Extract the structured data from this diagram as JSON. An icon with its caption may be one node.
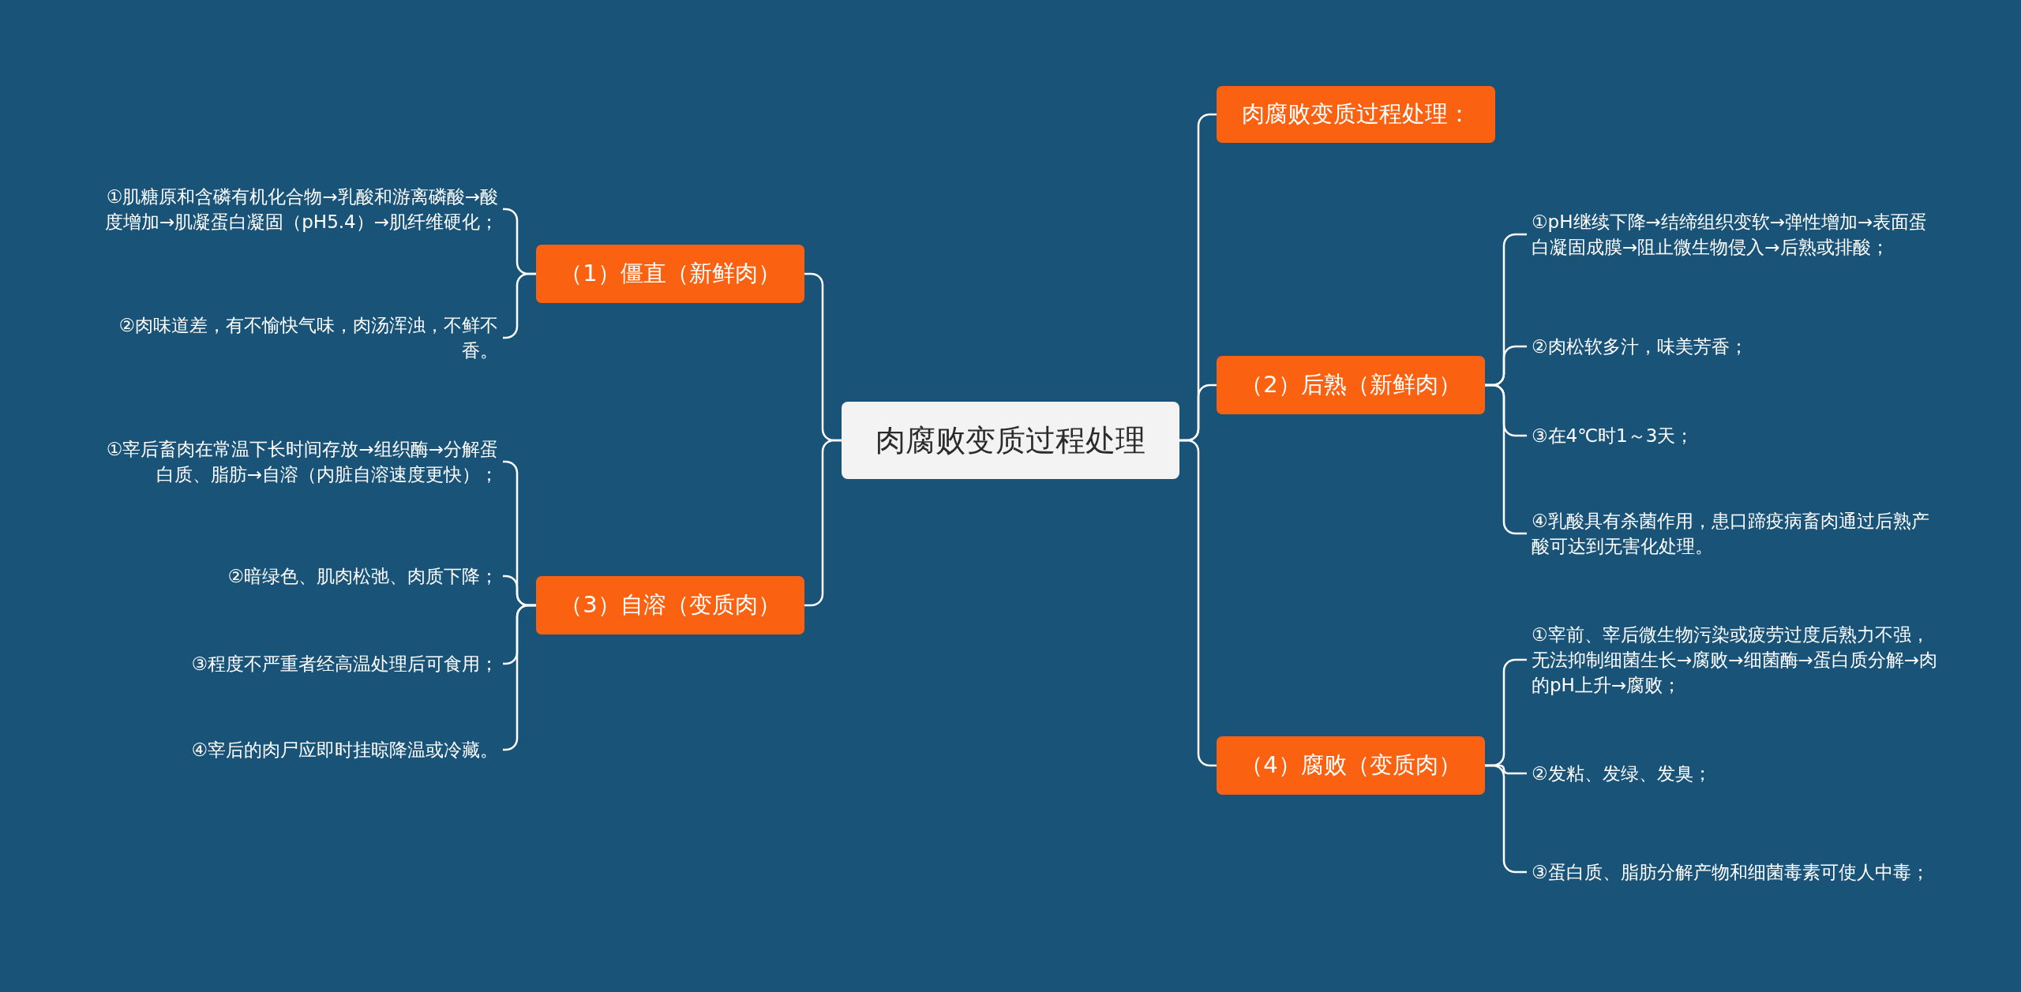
{
  "diagram": {
    "nodes": [
      {
        "text": [
          "肉腐败变质过程处理"
        ]
      },
      {
        "text": [
          "肉腐败变质过程处理："
        ]
      },
      {
        "text": [
          "（1）僵直（新鲜肉）"
        ]
      },
      {
        "text": [
          "①肌糖原和含磷有机化合物→乳酸和游离磷酸→酸度增加→肌凝蛋白凝固（pH5.4）→肌纤维硬化；"
        ]
      },
      {
        "text": [
          "②肉味道差，有不愉快气味，肉汤浑浊，不鲜不香。"
        ]
      },
      {
        "text": [
          "（2）后熟（新鲜肉）"
        ]
      },
      {
        "text": [
          "①pH继续下降→结缔组织变软→弹性增加→表面蛋白凝固成膜→阻止微生物侵入→后熟或排酸；"
        ]
      },
      {
        "text": [
          "②肉松软多汁，味美芳香；"
        ]
      },
      {
        "text": [
          "③在4℃时1～3天；"
        ]
      },
      {
        "text": [
          "④乳酸具有杀菌作用，患口蹄疫病畜肉通过后熟产酸可达到无害化处理。"
        ]
      },
      {
        "text": [
          "（3）自溶（变质肉）"
        ]
      },
      {
        "text": [
          "①宰后畜肉在常温下长时间存放→组织酶→分解蛋白质、脂肪→自溶（内脏自溶速度更快）；"
        ]
      },
      {
        "text": [
          "②暗绿色、肌肉松弛、肉质下降；"
        ]
      },
      {
        "text": [
          "③程度不严重者经高温处理后可食用；"
        ]
      },
      {
        "text": [
          "④宰后的肉尸应即时挂晾降温或冷藏。"
        ]
      },
      {
        "text": [
          "（4）腐败（变质肉）"
        ]
      },
      {
        "text": [
          "①宰前、宰后微生物污染或疲劳过度后熟力不强，无法抑制细菌生长→腐败→细菌酶→蛋白质分解→肉的pH上升→腐败；"
        ]
      },
      {
        "text": [
          "②发粘、发绿、发臭；"
        ]
      },
      {
        "text": [
          "③蛋白质、脂肪分解产物和细菌毒素可使人中毒；"
        ]
      }
    ],
    "edges": [
      {
        "from": 0,
        "to": 1,
        "arrow": "none"
      },
      {
        "from": 0,
        "to": 2,
        "arrow": "none"
      },
      {
        "from": 2,
        "to": 3,
        "arrow": "none"
      },
      {
        "from": 2,
        "to": 4,
        "arrow": "none"
      },
      {
        "from": 0,
        "to": 5,
        "arrow": "none"
      },
      {
        "from": 5,
        "to": 6,
        "arrow": "none"
      },
      {
        "from": 5,
        "to": 7,
        "arrow": "none"
      },
      {
        "from": 5,
        "to": 8,
        "arrow": "none"
      },
      {
        "from": 5,
        "to": 9,
        "arrow": "none"
      },
      {
        "from": 0,
        "to": 10,
        "arrow": "none"
      },
      {
        "from": 10,
        "to": 11,
        "arrow": "none"
      },
      {
        "from": 10,
        "to": 12,
        "arrow": "none"
      },
      {
        "from": 10,
        "to": 13,
        "arrow": "none"
      },
      {
        "from": 10,
        "to": 14,
        "arrow": "none"
      },
      {
        "from": 0,
        "to": 15,
        "arrow": "none"
      },
      {
        "from": 15,
        "to": 16,
        "arrow": "none"
      },
      {
        "from": 15,
        "to": 17,
        "arrow": "none"
      },
      {
        "from": 15,
        "to": 18,
        "arrow": "none"
      }
    ]
  }
}
